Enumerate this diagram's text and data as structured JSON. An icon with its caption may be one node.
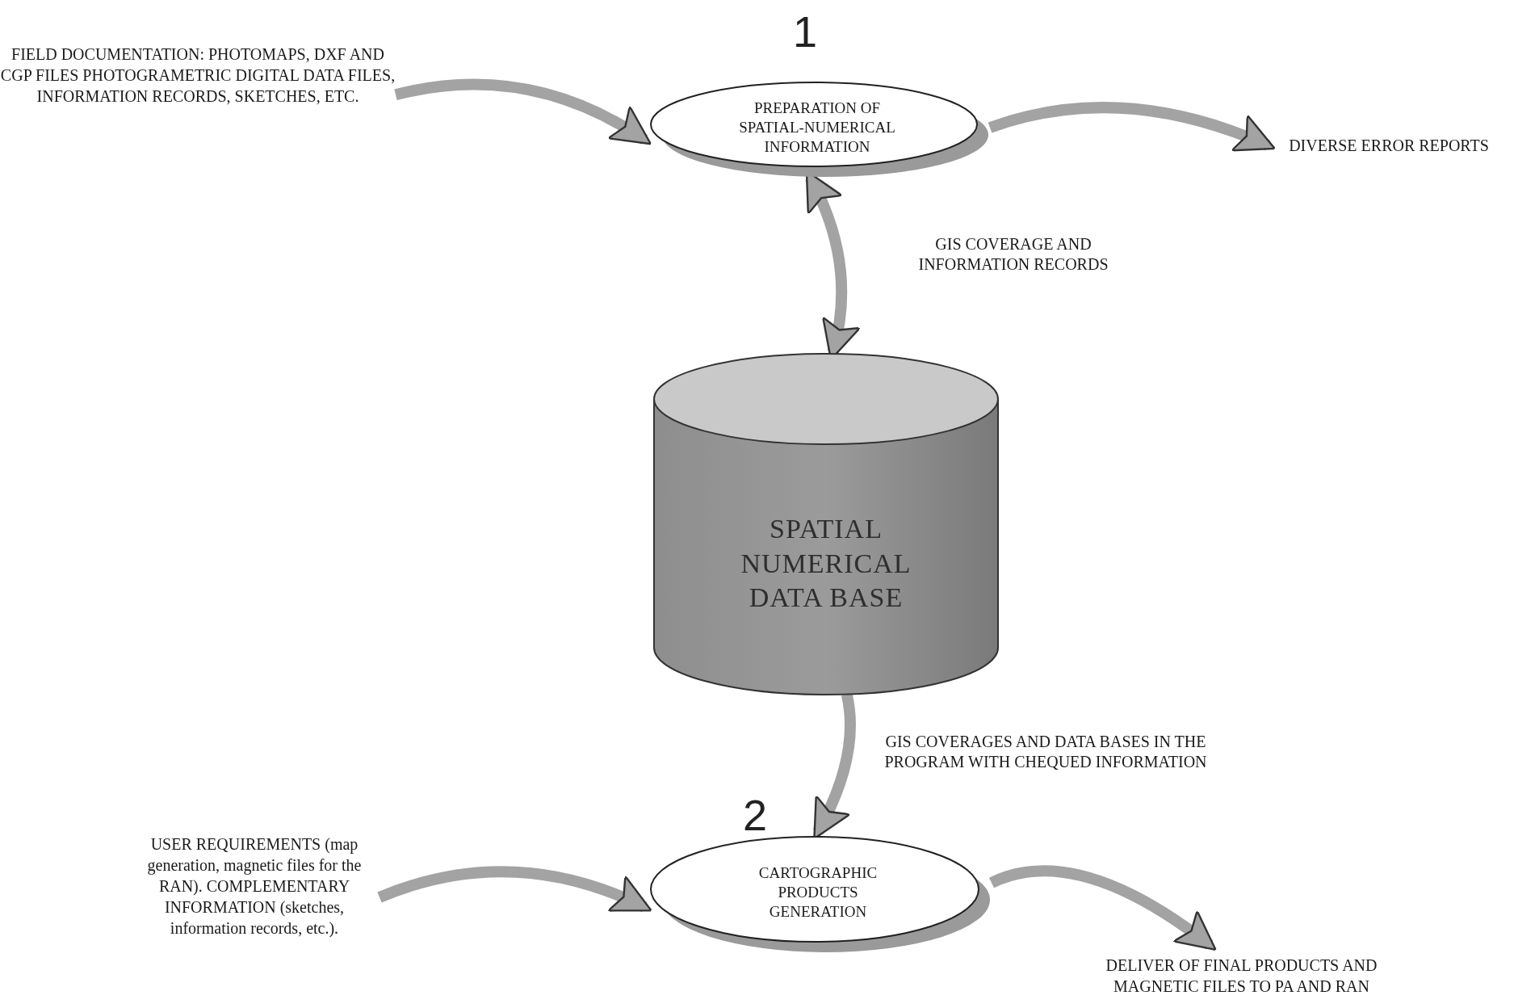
{
  "diagram": {
    "nodes": [
      {
        "text": [
          "FIELD DOCUMENTATION: PHOTOMAPS, DXF AND CGP FILES PHOTOGRAMETRIC DIGITAL DATA FILES, INFORMATION RECORDS, SKETCHES, ETC."
        ]
      },
      {
        "text": [
          "PREPARATION OF SPATIAL-NUMERICAL INFORMATION"
        ],
        "beside": [
          "1"
        ]
      },
      {
        "text": [
          "DIVERSE ERROR REPORTS"
        ]
      },
      {
        "text": [
          "SPATIAL NUMERICAL DATA BASE"
        ]
      },
      {
        "text": [
          "CARTOGRAPHIC PRODUCTS GENERATION"
        ],
        "beside": [
          "2"
        ]
      },
      {
        "text": [
          "USER REQUIREMENTS (map generation, magnetic files for the RAN). COMPLEMENTARY INFORMATION (sketches, information records, etc.)."
        ]
      },
      {
        "text": [
          "DELIVER OF FINAL PRODUCTS AND MAGNETIC FILES TO PA AND RAN"
        ]
      }
    ],
    "edges": [
      {
        "from": 0,
        "to": 1,
        "arrow": "to"
      },
      {
        "from": 1,
        "to": 2,
        "arrow": "to"
      },
      {
        "from": 1,
        "to": 3,
        "arrow": "both",
        "label": "GIS COVERAGE AND INFORMATION RECORDS"
      },
      {
        "from": 3,
        "to": 4,
        "arrow": "to",
        "label": "GIS COVERAGES AND DATA BASES IN THE PROGRAM WITH CHEQUED INFORMATION"
      },
      {
        "from": 5,
        "to": 4,
        "arrow": "to"
      },
      {
        "from": 4,
        "to": 6,
        "arrow": "to"
      }
    ]
  }
}
